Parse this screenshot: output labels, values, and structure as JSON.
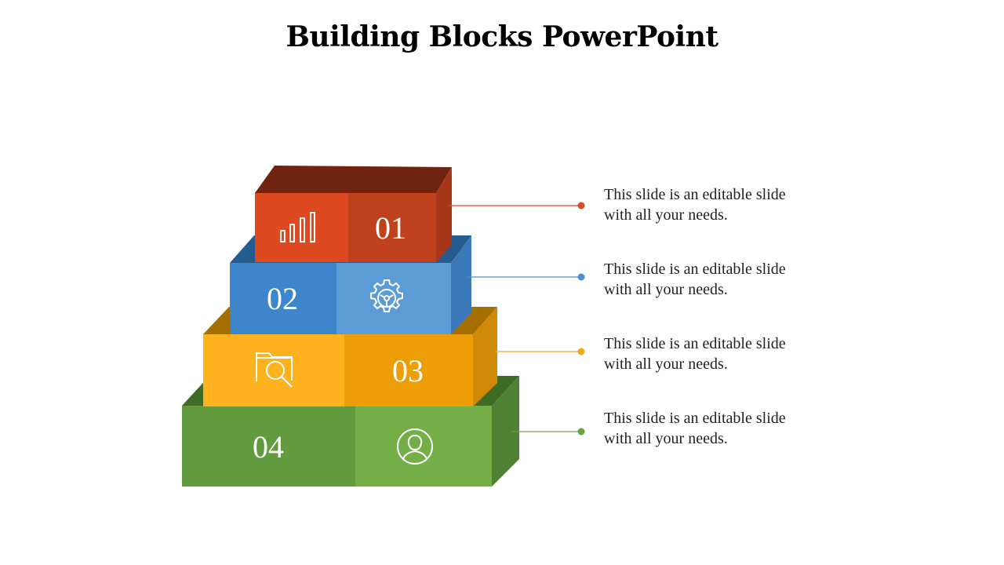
{
  "title": "Building Blocks PowerPoint",
  "blocks": [
    {
      "number": "01",
      "icon": "bar-chart-icon",
      "text_line1": "This slide is an editable slide",
      "text_line2": "with all your needs.",
      "color": "#C9421B"
    },
    {
      "number": "02",
      "icon": "gear-icon",
      "text_line1": "This slide is an editable slide",
      "text_line2": "with all your needs.",
      "color": "#3E85C9"
    },
    {
      "number": "03",
      "icon": "folder-search-icon",
      "text_line1": "This slide is an editable slide",
      "text_line2": "with all your needs.",
      "color": "#F0A30C"
    },
    {
      "number": "04",
      "icon": "user-icon",
      "text_line1": "This slide is an editable slide",
      "text_line2": "with all your needs.",
      "color": "#649A3E"
    }
  ]
}
